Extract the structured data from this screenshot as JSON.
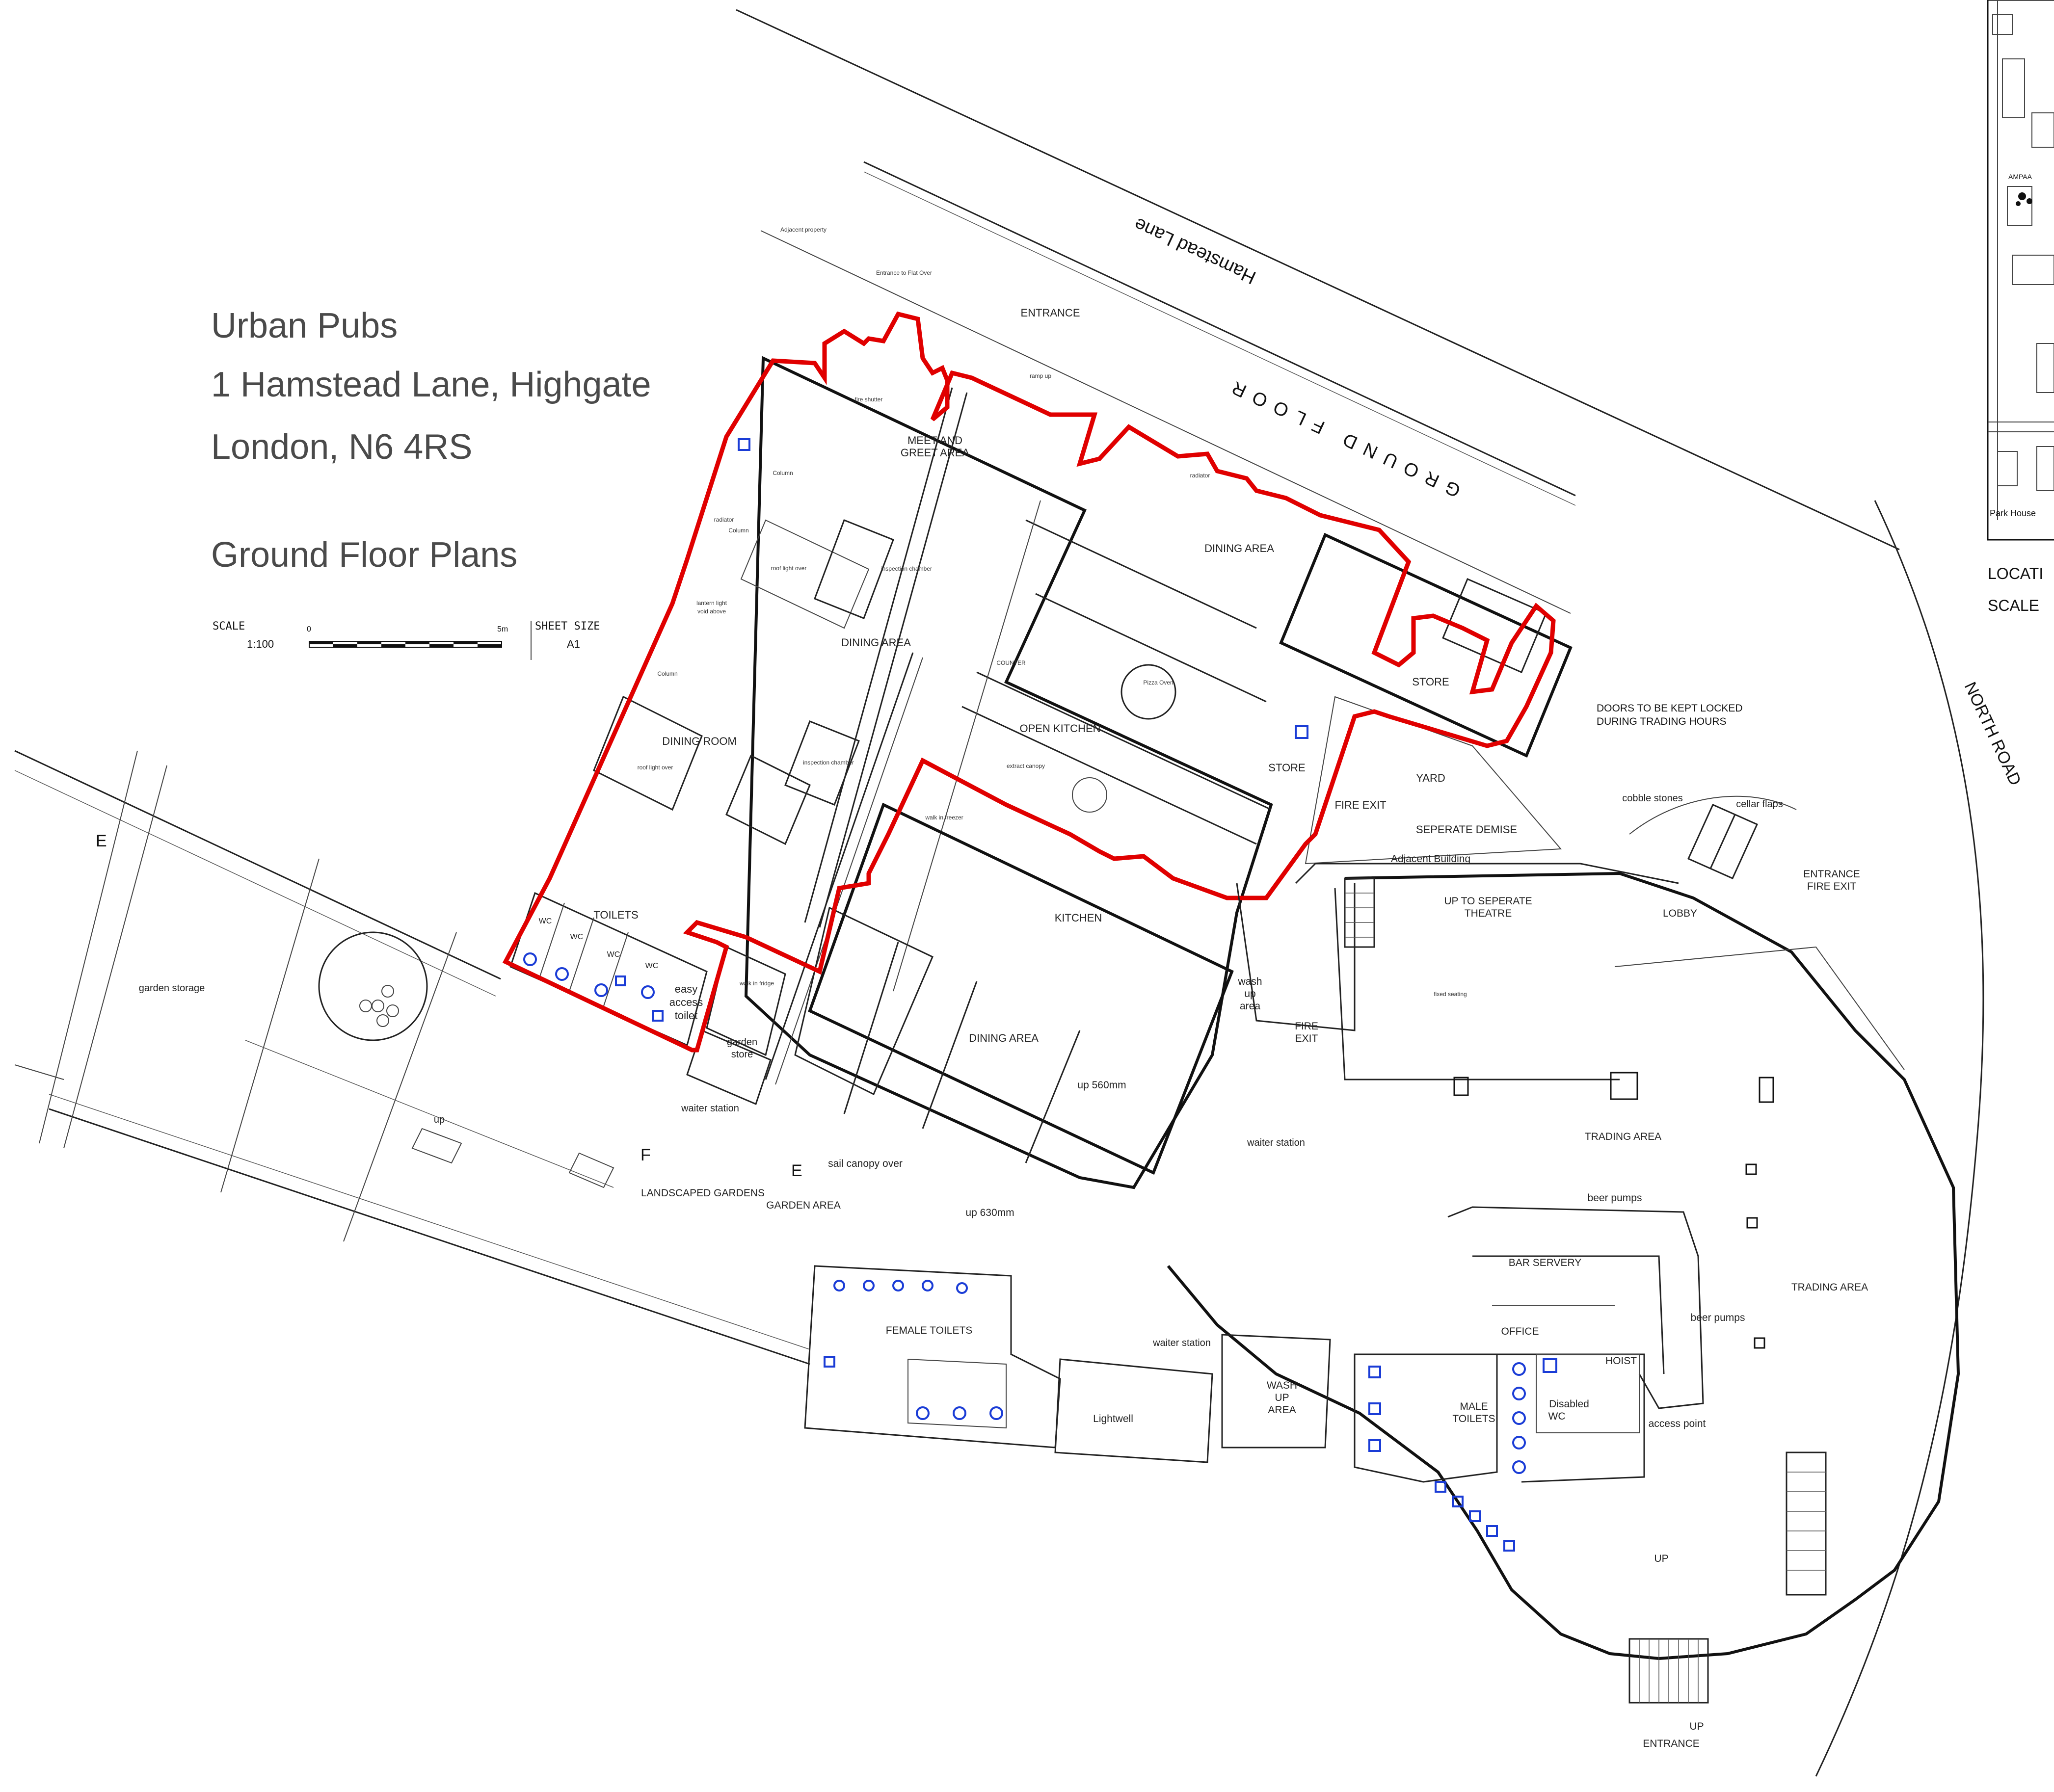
{
  "title_block": {
    "line1": "Urban Pubs",
    "line2": "1 Hamstead Lane, Highgate",
    "line3": "London, N6 4RS",
    "drawing": "Ground Floor Plans",
    "scale_label": "SCALE",
    "scale_value": "1:100",
    "bar_start": "0",
    "bar_end": "5m",
    "sheet_label": "SHEET SIZE",
    "sheet_value": "A1"
  },
  "streets": {
    "hamstead_lane": "Hamstead Lane",
    "ground_floor": "GROUND FLOOR",
    "north_road": "NORTH ROAD"
  },
  "location": {
    "label": "LOCATI",
    "scale": "SCALE",
    "ampaa": "AMPAA",
    "park_house": "Park House"
  },
  "rooms": {
    "entrance_top": "ENTRANCE",
    "meet_line1": "MEET AND",
    "meet_line2": "GREET AREA",
    "dining_area_1": "DINING AREA",
    "dining_area_2": "DINING AREA",
    "dining_area_3": "DINING AREA",
    "dining_room": "DINING ROOM",
    "open_kitchen": "OPEN KITCHEN",
    "store_1": "STORE",
    "store_2": "STORE",
    "fire_exit_1": "FIRE EXIT",
    "yard": "YARD",
    "seperate_demise": "SEPERATE DEMISE",
    "doors_line1": "DOORS TO BE KEPT LOCKED",
    "doors_line2": "DURING TRADING HOURS",
    "cobble": "cobble stones",
    "cellar": "cellar flaps",
    "entrance_fe_1": "ENTRANCE",
    "entrance_fe_2": "FIRE EXIT",
    "adjacent_building": "Adjacent Building",
    "up_sep_1": "UP TO SEPERATE",
    "up_sep_2": "THEATRE",
    "lobby": "LOBBY",
    "kitchen": "KITCHEN",
    "toilets": "TOILETS",
    "wc": "WC",
    "easy_1": "easy",
    "easy_2": "access",
    "easy_3": "toilet",
    "garden_storage": "garden storage",
    "garden_store_1": "garden",
    "garden_store_2": "store",
    "waiter_station_1": "waiter station",
    "waiter_station_2": "waiter station",
    "waiter_station_3": "waiter station",
    "washup_1": "wash",
    "washup_2": "up",
    "washup_3": "area",
    "fire_exit_2a": "FIRE",
    "fire_exit_2b": "EXIT",
    "up_560": "up 560mm",
    "up_630": "up 630mm",
    "sail": "sail canopy over",
    "landscaped": "LANDSCAPED GARDENS",
    "garden_area": "GARDEN AREA",
    "trading_1": "TRADING AREA",
    "trading_2": "TRADING AREA",
    "beer_1": "beer pumps",
    "beer_2": "beer pumps",
    "bar_servery": "BAR SERVERY",
    "office": "OFFICE",
    "hoist": "HOIST",
    "disabled_1": "Disabled",
    "disabled_2": "WC",
    "access_point": "access point",
    "male_1": "MALE",
    "male_2": "TOILETS",
    "female": "FEMALE TOILETS",
    "lightwell": "Lightwell",
    "washup_big_1": "WASH",
    "washup_big_2": "UP",
    "washup_big_3": "AREA",
    "up_lower": "UP",
    "up_bottom": "UP",
    "entrance_bottom": "ENTRANCE",
    "up_garden": "up",
    "e_marker": "E",
    "f_marker": "F"
  },
  "annotations": {
    "adjacent_property": "Adjacent property",
    "entrance_flat": "Entrance to Flat Over",
    "column": "Column",
    "radiator": "radiator",
    "lantern_1": "lantern light",
    "lantern_2": "void above",
    "roof_light": "roof light over",
    "inspection": "inspection chamber",
    "counter": "COUNTER",
    "pizza_oven": "Pizza Oven",
    "extract": "extract canopy",
    "walk_in_fridge": "walk in fridge",
    "walk_in_freezer": "walk in freezer",
    "fixed_seating": "fixed seating",
    "ramp": "ramp up",
    "fire_shutter": "fire shutter"
  },
  "colors": {
    "boundary": "#e00000",
    "sanitary": "#1a3cd6",
    "linework": "#222222",
    "title_text": "#4a4a4a"
  }
}
